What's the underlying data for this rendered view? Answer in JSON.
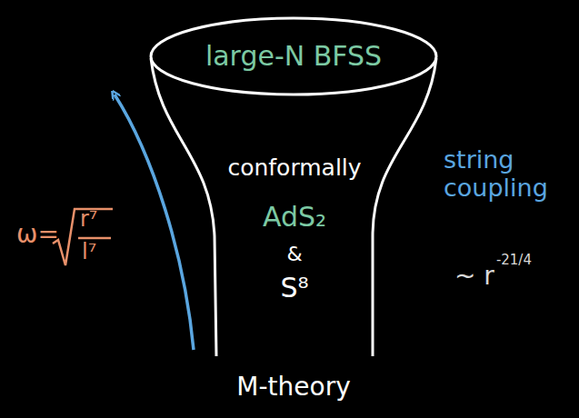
{
  "diagram": {
    "nodes": [
      {
        "text": [
          "large-N BFSS"
        ]
      },
      {
        "text": [
          "conformally",
          "AdS₂",
          "&",
          "S⁸"
        ]
      }
    ],
    "labels": [
      "M-theory",
      "ω=",
      "r⁷",
      "l⁷",
      "string coupling",
      "~ r",
      "-21/4"
    ]
  }
}
